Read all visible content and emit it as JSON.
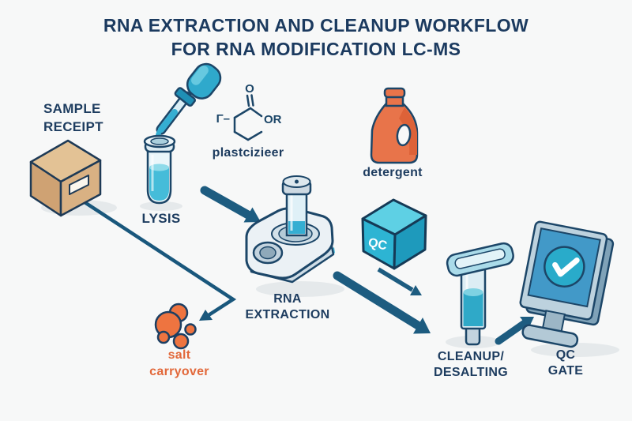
{
  "title": {
    "line1": "RNA EXTRACTION AND CLEANUP WORKFLOW",
    "line2": "FOR RNA MODIFICATION LC-MS"
  },
  "steps": {
    "sample_receipt": {
      "line1": "SAMPLE",
      "line2": "RECEIPT"
    },
    "lysis": {
      "label": "LYSIS"
    },
    "plasticizer": {
      "label": "plastcizieer",
      "atoms": {
        "carbonyl_o": "O",
        "ester_or": "OR",
        "left_group": "Γ–"
      }
    },
    "detergent": {
      "label": "detergent"
    },
    "rna_extraction": {
      "line1": "RNA",
      "line2": "EXTRACTION"
    },
    "qc_cube": {
      "label": "QC"
    },
    "salt_carryover": {
      "line1": "salt",
      "line2": "carryover"
    },
    "cleanup_desalting": {
      "line1": "CLEANUP/",
      "line2": "DESALTING"
    },
    "qc_gate": {
      "line1": "QC",
      "line2": "GATE"
    }
  },
  "colors": {
    "background": "#f7f8f8",
    "navy_text": "#1b3a5f",
    "outline_navy": "#1c4668",
    "arrow_blue": "#1d5c80",
    "teal": "#2fa9cc",
    "teal_light": "#7fd2e2",
    "cube_top": "#5ed0e4",
    "cube_left": "#2db4d3",
    "cube_right": "#1e9abc",
    "orange": "#ee7440",
    "orange_text": "#e2683a",
    "box_tan": "#d9b183",
    "machine_gray": "#ebf1f5",
    "monitor_frame": "#bdd2de",
    "monitor_screen": "#4299c8",
    "check_circle": "#29abca"
  }
}
